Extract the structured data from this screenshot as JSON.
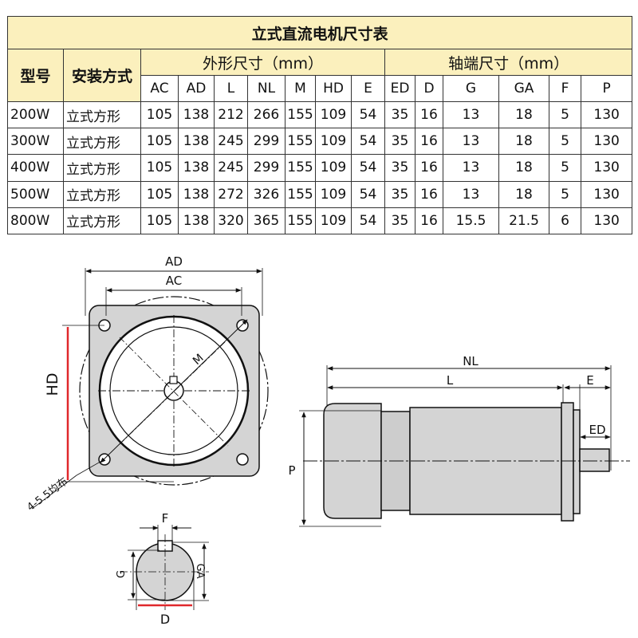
{
  "table": {
    "title": "立式直流电机尺寸表",
    "header_model": "型号",
    "header_install": "安装方式",
    "group_outline": "外形尺寸（mm）",
    "group_shaft": "轴端尺寸（mm）",
    "columns": [
      "AC",
      "AD",
      "L",
      "NL",
      "M",
      "HD",
      "E",
      "ED",
      "D",
      "G",
      "GA",
      "F",
      "P"
    ],
    "rows": [
      {
        "model": "200W",
        "install": "立式方形",
        "values": [
          "105",
          "138",
          "212",
          "266",
          "155",
          "109",
          "54",
          "35",
          "16",
          "13",
          "18",
          "5",
          "130"
        ]
      },
      {
        "model": "300W",
        "install": "立式方形",
        "values": [
          "105",
          "138",
          "245",
          "299",
          "155",
          "109",
          "54",
          "35",
          "16",
          "13",
          "18",
          "5",
          "130"
        ]
      },
      {
        "model": "400W",
        "install": "立式方形",
        "values": [
          "105",
          "138",
          "245",
          "299",
          "155",
          "109",
          "54",
          "35",
          "16",
          "13",
          "18",
          "5",
          "130"
        ]
      },
      {
        "model": "500W",
        "install": "立式方形",
        "values": [
          "105",
          "138",
          "272",
          "326",
          "155",
          "109",
          "54",
          "35",
          "16",
          "13",
          "18",
          "5",
          "130"
        ]
      },
      {
        "model": "800W",
        "install": "立式方形",
        "values": [
          "105",
          "138",
          "320",
          "365",
          "155",
          "109",
          "54",
          "35",
          "16",
          "15.5",
          "21.5",
          "6",
          "130"
        ]
      }
    ]
  },
  "drawing": {
    "labels": {
      "ad": "AD",
      "ac": "AC",
      "m": "M",
      "hd": "HD",
      "holes": "4-5.5均布",
      "nl": "NL",
      "l": "L",
      "e": "E",
      "ed": "ED",
      "p": "P",
      "f": "F",
      "g": "G",
      "ga": "GA",
      "d": "D"
    }
  },
  "colors": {
    "header_bg": "#fbf0bd",
    "dimension_red": "#e0282c",
    "body_gray": "#d4d4d4"
  }
}
